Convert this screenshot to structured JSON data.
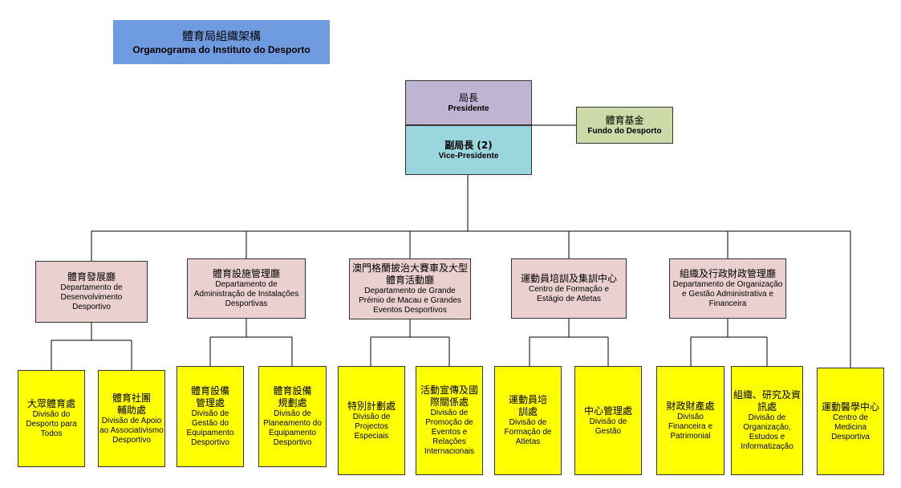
{
  "header": {
    "title_zh": "體育局組織架構",
    "title_pt": "Organograma do Instituto do Desporto"
  },
  "president": {
    "zh": "局長",
    "pt": "Presidente"
  },
  "vice_president": {
    "zh": "副局長 (2)",
    "pt": "Vice-Presidente"
  },
  "fund": {
    "zh": "體育基金",
    "pt": "Fundo do Desporto"
  },
  "departments": [
    {
      "zh": "體育發展廳",
      "pt": "Departamento de Desenvolvimento Desportivo"
    },
    {
      "zh": "體育設施管理廳",
      "pt": "Departamento de Administração de Instalações Desportivas"
    },
    {
      "zh": "澳門格蘭披治大賽車及大型體育活動廳",
      "pt": "Departamento de Grande Prémio de Macau e Grandes Eventos Desportivos"
    },
    {
      "zh": "運動員培訓及集訓中心",
      "pt": "Centro de Formação e Estágio de Atletas"
    },
    {
      "zh": "組織及行政財政管理廳",
      "pt": "Departamento de Organização e Gestão Administrativa e Financeira"
    }
  ],
  "divisions": [
    {
      "zh": "大眾體育處",
      "pt": "Divisão do Desporto para Todos"
    },
    {
      "zh": "體育社團輔助處",
      "pt": "Divisão de Apoio ao Associativismo Desportivo"
    },
    {
      "zh": "體育設備管理處",
      "pt": "Divisão de Gestão do Equipamento Desportivo"
    },
    {
      "zh": "體育設備規劃處",
      "pt": "Divisão de Planeamento do Equipamento Desportivo"
    },
    {
      "zh": "特別計劃處",
      "pt": "Divisão de Projectos Especiais"
    },
    {
      "zh": "活動宣傳及國際關係處",
      "pt": "Divisão de Promoção de Eventos e Relações Internacionais"
    },
    {
      "zh": "運動員培訓處",
      "pt": "Divisão de Formação de Atletas"
    },
    {
      "zh": "中心管理處",
      "pt": "Divisão de Gestão"
    },
    {
      "zh": "財政財產處",
      "pt": "Divisão Financeira e Patrimonial"
    },
    {
      "zh": "組織、研究及資訊處",
      "pt": "Divisão de Organização, Estudos e Informatização"
    }
  ],
  "medical_centre": {
    "zh": "運動醫學中心",
    "pt": "Centro de Medicina Desportiva"
  }
}
